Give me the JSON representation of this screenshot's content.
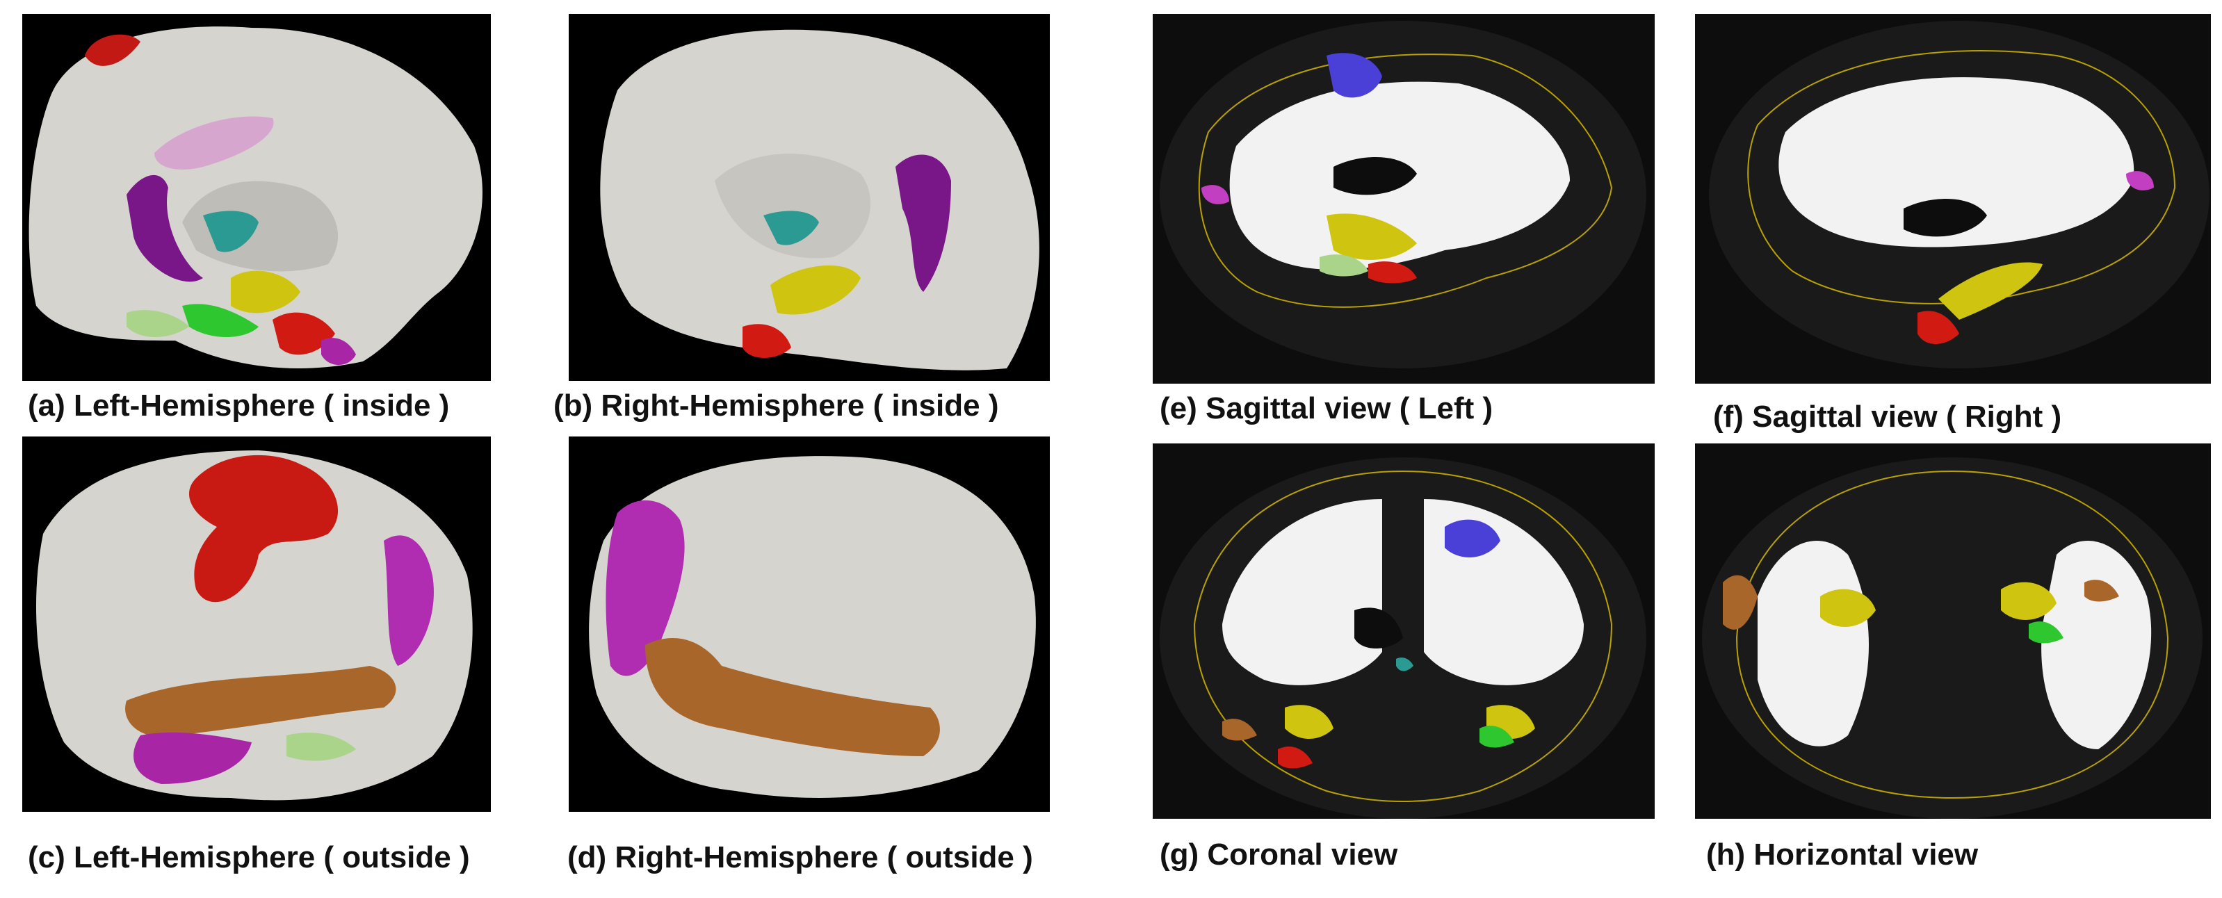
{
  "figure": {
    "panels": [
      {
        "id": "a",
        "caption": "(a) Left-Hemisphere ( inside )"
      },
      {
        "id": "b",
        "caption": "(b) Right-Hemisphere ( inside )"
      },
      {
        "id": "c",
        "caption": "(c) Left-Hemisphere ( outside )"
      },
      {
        "id": "d",
        "caption": "(d) Right-Hemisphere ( outside )"
      },
      {
        "id": "e",
        "caption": "(e) Sagittal view ( Left )"
      },
      {
        "id": "f",
        "caption": "(f) Sagittal view ( Right )"
      },
      {
        "id": "g",
        "caption": "(g) Coronal view"
      },
      {
        "id": "h",
        "caption": "(h) Horizontal view"
      }
    ]
  },
  "colors": {
    "background": "#000000",
    "cortex": "#d6d4cf",
    "white_matter": "#f2f2f2",
    "contour": "#b8a100",
    "red_region": "#d01a12",
    "magenta_region": "#a826a6",
    "purple_region": "#7a1788",
    "pink_region": "#d7a6cf",
    "teal_region": "#2a9a92",
    "yellow_region": "#cfc410",
    "green_region": "#2fc72f",
    "light_green_region": "#a9d48a",
    "brown_region": "#a8662a",
    "blue_region": "#4a3fd6"
  }
}
